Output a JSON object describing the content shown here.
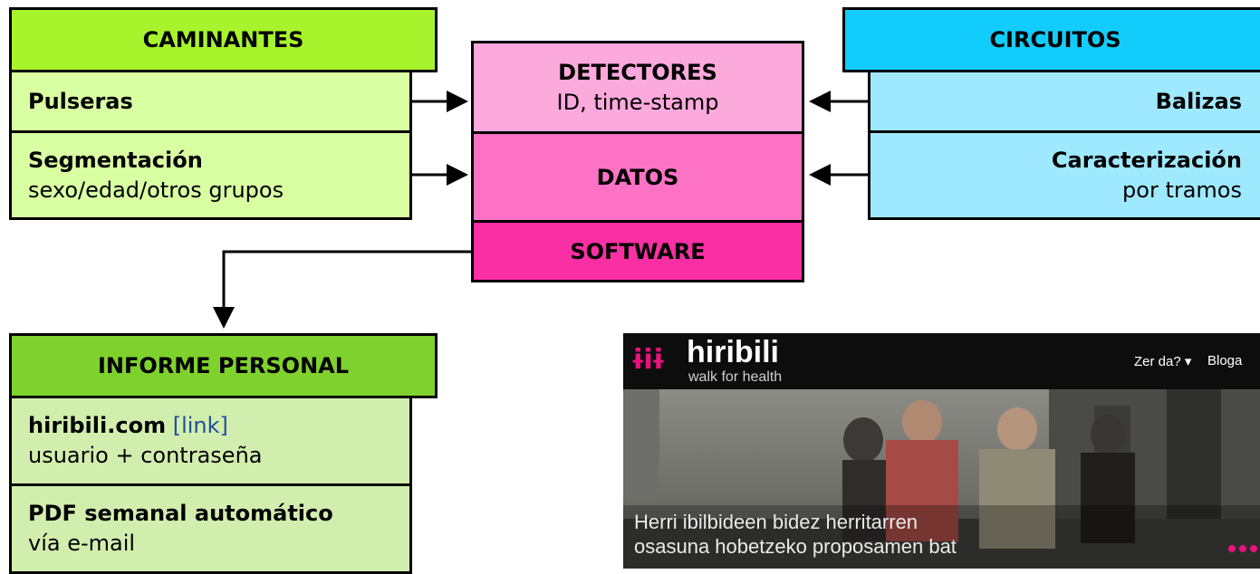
{
  "caminantes": {
    "title": "CAMINANTES",
    "rows": [
      {
        "bold": "Pulseras",
        "text": ""
      },
      {
        "bold": "Segmentación",
        "text": "sexo/edad/otros grupos"
      }
    ]
  },
  "center": {
    "detectores": {
      "title": "DETECTORES",
      "sub": "ID, time-stamp"
    },
    "datos": {
      "title": "DATOS"
    },
    "software": {
      "title": "SOFTWARE"
    }
  },
  "circuitos": {
    "title": "CIRCUITOS",
    "rows": [
      {
        "bold": "Balizas",
        "text": ""
      },
      {
        "bold": "Caracterización",
        "text": "por tramos"
      }
    ]
  },
  "informe": {
    "title": "INFORME PERSONAL",
    "rows": [
      {
        "bold": "hiribili.com",
        "link": "[link]",
        "text": "usuario + contraseña"
      },
      {
        "bold": "PDF semanal automático",
        "text": "vía e-mail"
      }
    ]
  },
  "screenshot": {
    "logo": "hiribili",
    "tagline": "walk for health",
    "nav": [
      "Zer da? ▾",
      "Bloga"
    ],
    "caption_lines": [
      "Herri ibilbideen bidez herritarren",
      "osasuna hobetzeko proposamen bat"
    ]
  },
  "colors": {
    "caminantes_header": "#a8f42c",
    "caminantes_rows": "#d9ffa3",
    "detectores": "#fca9dc",
    "datos": "#fd72c4",
    "software": "#fb2fa4",
    "circuitos_header": "#12ccfc",
    "circuitos_rows": "#9fe9ff",
    "informe_header": "#7fd22d",
    "informe_rows": "#d2eeae"
  }
}
